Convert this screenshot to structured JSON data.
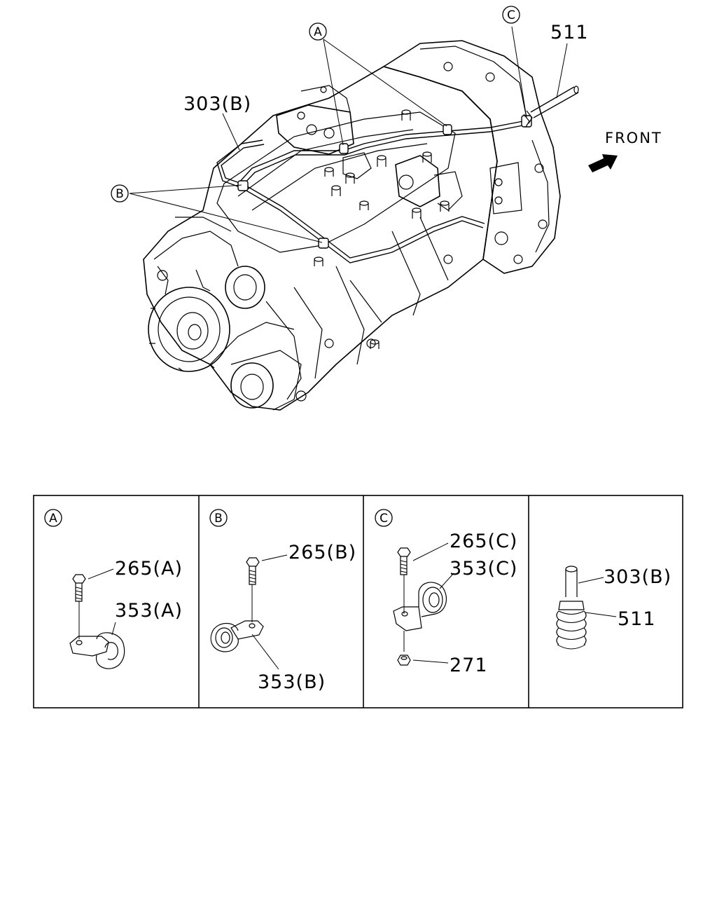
{
  "main_drawing": {
    "callouts": {
      "a": "A",
      "b": "B",
      "c": "C"
    },
    "labels": {
      "part_511": "511",
      "part_303b": "303(B)",
      "front": "FRONT"
    }
  },
  "detail_panels": [
    {
      "circle": "A",
      "labels": {
        "bolt": "265(A)",
        "clip": "353(A)"
      }
    },
    {
      "circle": "B",
      "labels": {
        "bolt": "265(B)",
        "clip": "353(B)"
      }
    },
    {
      "circle": "C",
      "labels": {
        "bolt": "265(C)",
        "clip": "353(C)",
        "nut": "271"
      }
    },
    {
      "labels": {
        "pipe": "303(B)",
        "hose": "511"
      }
    }
  ]
}
